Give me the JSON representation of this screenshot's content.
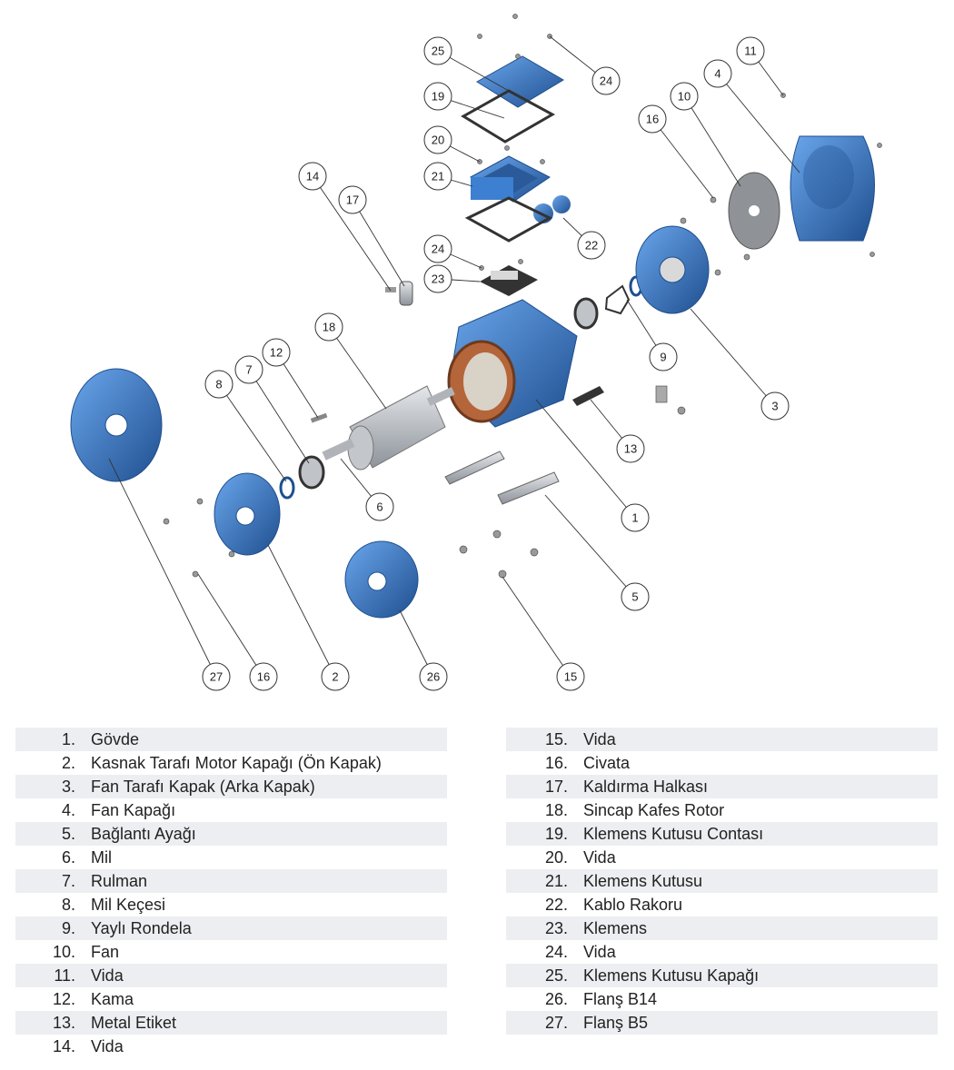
{
  "colors": {
    "part_blue": "#3d7fd0",
    "part_dark": "#1f4f8f",
    "steel": "#b9bec4",
    "copper": "#b5653a",
    "row_shade": "#eceef1"
  },
  "callouts": {
    "c1": "1",
    "c2": "2",
    "c3": "3",
    "c4": "4",
    "c5": "5",
    "c6": "6",
    "c7": "7",
    "c8": "8",
    "c9": "9",
    "c10": "10",
    "c11": "11",
    "c12": "12",
    "c13": "13",
    "c14": "14",
    "c15": "15",
    "c16a": "16",
    "c16b": "16",
    "c17": "17",
    "c18": "18",
    "c19": "19",
    "c20": "20",
    "c21": "21",
    "c22": "22",
    "c23": "23",
    "c24a": "24",
    "c24b": "24",
    "c25": "25",
    "c26": "26",
    "c27": "27"
  },
  "legend": {
    "left": [
      {
        "num": "1.",
        "label": "Gövde"
      },
      {
        "num": "2.",
        "label": "Kasnak Tarafı Motor Kapağı (Ön Kapak)"
      },
      {
        "num": "3.",
        "label": "Fan Tarafı Kapak (Arka Kapak)"
      },
      {
        "num": "4.",
        "label": "Fan Kapağı"
      },
      {
        "num": "5.",
        "label": "Bağlantı Ayağı"
      },
      {
        "num": "6.",
        "label": "Mil"
      },
      {
        "num": "7.",
        "label": "Rulman"
      },
      {
        "num": "8.",
        "label": "Mil Keçesi"
      },
      {
        "num": "9.",
        "label": "Yaylı Rondela"
      },
      {
        "num": "10.",
        "label": "Fan"
      },
      {
        "num": "11.",
        "label": "Vida"
      },
      {
        "num": "12.",
        "label": "Kama"
      },
      {
        "num": "13.",
        "label": "Metal Etiket"
      },
      {
        "num": "14.",
        "label": "Vida"
      }
    ],
    "right": [
      {
        "num": "15.",
        "label": "Vida"
      },
      {
        "num": "16.",
        "label": "Civata"
      },
      {
        "num": "17.",
        "label": "Kaldırma Halkası"
      },
      {
        "num": "18.",
        "label": "Sincap Kafes Rotor"
      },
      {
        "num": "19.",
        "label": "Klemens Kutusu Contası"
      },
      {
        "num": "20.",
        "label": "Vida"
      },
      {
        "num": "21.",
        "label": "Klemens Kutusu"
      },
      {
        "num": "22.",
        "label": "Kablo Rakoru"
      },
      {
        "num": "23.",
        "label": "Klemens"
      },
      {
        "num": "24.",
        "label": "Vida"
      },
      {
        "num": "25.",
        "label": "Klemens Kutusu Kapağı"
      },
      {
        "num": "26.",
        "label": "Flanş B14"
      },
      {
        "num": "27.",
        "label": "Flanş B5"
      }
    ]
  }
}
